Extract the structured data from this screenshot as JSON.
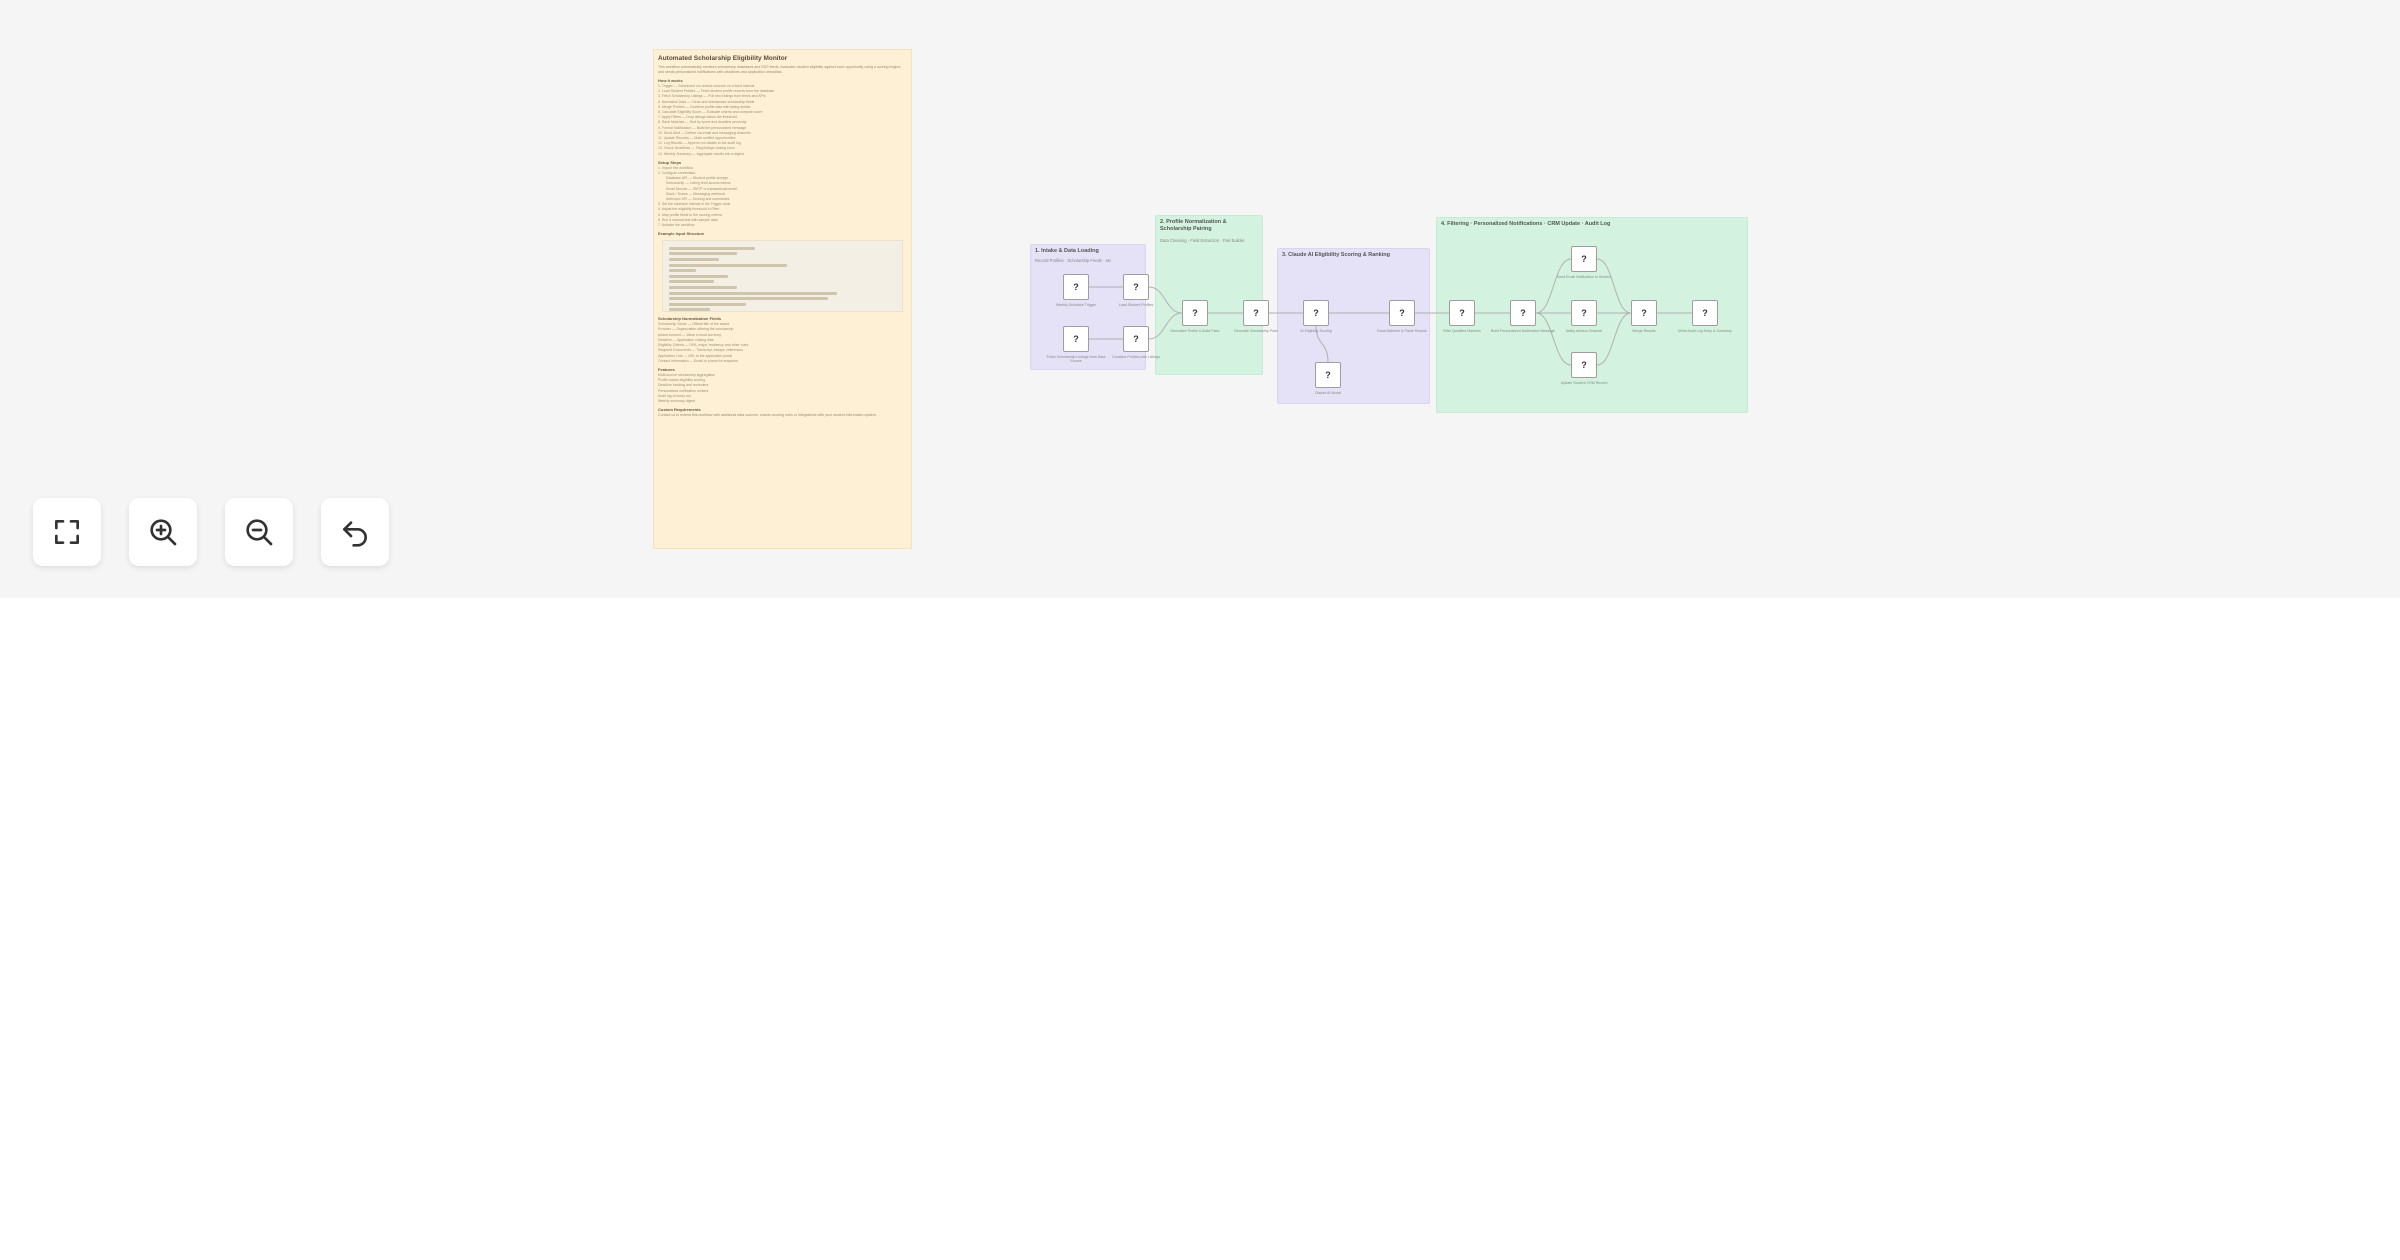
{
  "note": {
    "title": "Automated Scholarship Eligibility Monitor",
    "intro": "This workflow automatically monitors scholarship databases and RSS feeds, evaluates student eligibility against each opportunity using a scoring engine, and sends personalized notifications with deadlines and application checklists.",
    "section_how": "How it works",
    "how_lines": [
      "1. Trigger — Scheduled run checks sources on a fixed interval",
      "2. Load Student Profiles — Fetch student profile records from the database",
      "3. Fetch Scholarship Listings — Pull new listings from feeds and APIs",
      "4. Normalize Data — Clean and standardize scholarship fields",
      "5. Merge Profiles — Combine profile data with listing details",
      "6. Calculate Eligibility Score — Evaluate criteria and compute score",
      "7. Apply Filters — Drop listings below the threshold",
      "8. Rank Matches — Sort by score and deadline proximity",
      "9. Format Notification — Build the personalized message",
      "10. Send Alert — Deliver via email and messaging channels",
      "11. Update Records — Mark notified opportunities",
      "12. Log Results — Append run details to the audit log",
      "13. Check Deadlines — Flag listings closing soon",
      "14. Weekly Summary — Aggregate results into a digest"
    ],
    "section_setup": "Setup Steps",
    "setup_lines": [
      "1. Import this workflow",
      "2. Configure credentials:",
      "Database API — Student profile storage",
      "Scholarship — Listing feed access tokens",
      "Email Service — SMTP or transactional email",
      "Slack / Teams — Messaging webhook",
      "Anthropic API — Scoring and summaries",
      "3. Set the schedule interval in the Trigger node",
      "4. Adjust the eligibility threshold in Filter",
      "5. Map profile fields to the scoring criteria",
      "6. Run a manual test with sample data",
      "7. Activate the workflow"
    ],
    "section_example": "Example Input Structure",
    "section_fields": "Scholarship Normalization Fields",
    "field_lines": [
      "Scholarship Name — Official title of the award",
      "Provider — Organization offering the scholarship",
      "Award Amount — Value in local currency",
      "Deadline — Application closing date",
      "Eligibility Criteria — GPA, major, residency and other rules",
      "Required Documents — Transcript, essays, references",
      "Application Link — URL to the application portal",
      "Contact Information — Email or phone for enquiries"
    ],
    "section_features": "Features",
    "feature_lines": [
      "Multi-source scholarship aggregation",
      "Profile-based eligibility scoring",
      "Deadline tracking and reminders",
      "Personalized notification content",
      "Audit log of every run",
      "Weekly summary digest"
    ],
    "section_custom": "Custom Requirements",
    "custom_text": "Contact us to extend this workflow with additional data sources, custom scoring rules or integrations with your student information system."
  },
  "groups": {
    "g1": {
      "title": "1. Intake & Data Loading",
      "sub": "Record Profiles · Scholarship Feeds · etc"
    },
    "g2": {
      "title": "2. Profile Normalization & Scholarship Pairing",
      "sub": "Data Cleaning · Field Extraction · Pair Builder"
    },
    "g3": {
      "title": "3. Claude AI Eligibility Scoring & Ranking",
      "sub": ""
    },
    "g4": {
      "title": "4. Filtering · Personalized Notifications · CRM Update · Audit Log",
      "sub": ""
    }
  },
  "nodes": [
    {
      "name": "node-schedule-trigger",
      "glyph": "?",
      "label": "Weekly Schedule Trigger"
    },
    {
      "name": "node-load-profiles",
      "glyph": "?",
      "label": "Load Student Profiles"
    },
    {
      "name": "node-fetch-listings",
      "glyph": "?",
      "label": "Fetch Scholarship Listings from Data Source"
    },
    {
      "name": "node-merge-sources",
      "glyph": "?",
      "label": "Combine Profiles with Listings"
    },
    {
      "name": "node-normalize",
      "glyph": "?",
      "label": "Normalize Profile & Build Pairs"
    },
    {
      "name": "node-pair-builder",
      "glyph": "?",
      "label": "Generate Scholarship Pairs"
    },
    {
      "name": "node-score-pairs",
      "glyph": "?",
      "label": "AI Eligibility Scoring"
    },
    {
      "name": "node-claude-model",
      "glyph": "?",
      "label": "Claude AI Model"
    },
    {
      "name": "node-rank-matches",
      "glyph": "?",
      "label": "Rank Matches & Parse Results"
    },
    {
      "name": "node-filter",
      "glyph": "?",
      "label": "Filter Qualified Matches"
    },
    {
      "name": "node-format-message",
      "glyph": "?",
      "label": "Build Personalized Notification Message"
    },
    {
      "name": "node-send-email",
      "glyph": "?",
      "label": "Send Email Notification to Student"
    },
    {
      "name": "node-send-slack",
      "glyph": "?",
      "label": "Notify Advisor Channel"
    },
    {
      "name": "node-update-crm",
      "glyph": "?",
      "label": "Update Student CRM Record"
    },
    {
      "name": "node-merge-results",
      "glyph": "?",
      "label": "Merge Results"
    },
    {
      "name": "node-audit-log",
      "glyph": "?",
      "label": "Write Audit Log Entry & Summary"
    }
  ],
  "toolbar": {
    "fit": "fit-view",
    "zoom_in": "zoom-in",
    "zoom_out": "zoom-out",
    "reset": "reset-view"
  },
  "colors": {
    "canvas": "#f5f5f5",
    "note": "#fdf0d5",
    "group_purple": "#e5e1f6",
    "group_green": "#d3f3e0",
    "edge": "#b0b0b0"
  }
}
